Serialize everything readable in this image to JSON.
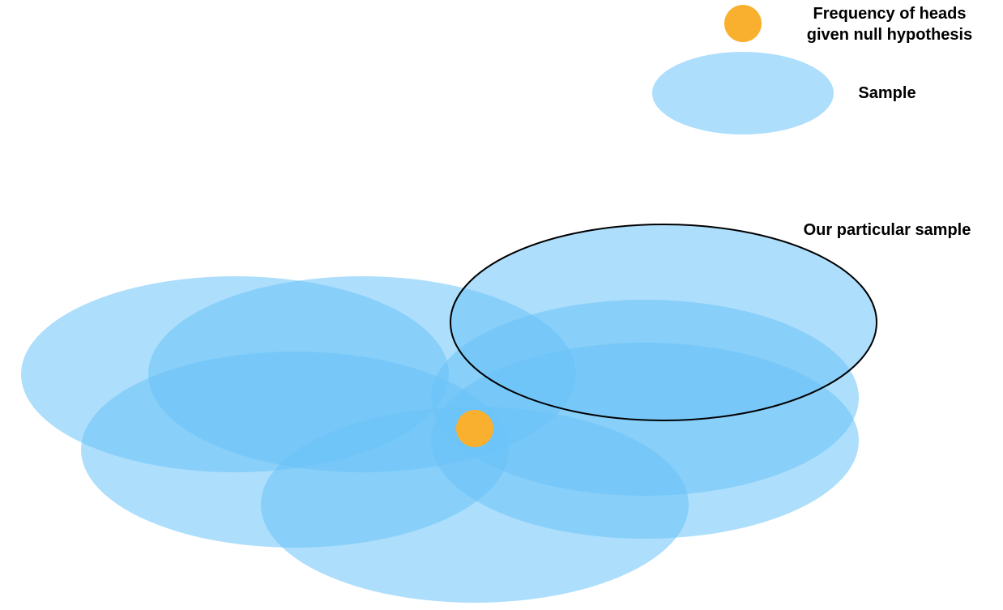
{
  "legend": {
    "null_hypothesis_label_line1": "Frequency of heads",
    "null_hypothesis_label_line2": "given null hypothesis",
    "sample_label": "Sample"
  },
  "annotation": {
    "particular_sample_label": "Our particular sample"
  },
  "colors": {
    "sample_fill": "#69c2f8",
    "sample_fill_opacity": 0.55,
    "null_point": "#f9b02e",
    "highlight_outline": "#000000"
  },
  "icons": {
    "null_point": "orange-dot-icon",
    "sample": "blue-ellipse-icon"
  },
  "samples_count": 7
}
